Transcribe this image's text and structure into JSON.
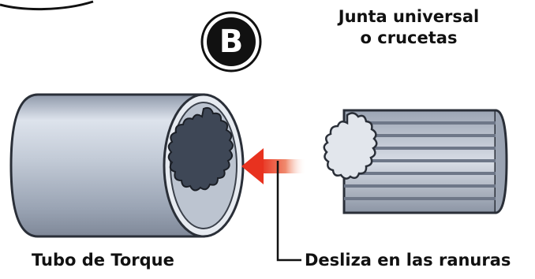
{
  "badge": {
    "letter": "B"
  },
  "labels": {
    "universal_line1": "Junta universal",
    "universal_line2": "o crucetas",
    "torque_tube": "Tubo de Torque",
    "slides_in_grooves": "Desliza en las ranuras"
  },
  "colors": {
    "background": "#ffffff",
    "badge_fill": "#111111",
    "arrow": "#e8321f",
    "tube_body": "#c4ccd8",
    "tube_inner": "#3e4756",
    "shaft_stripes": "#8a93a3"
  },
  "icons": {
    "direction": "arrow-left-icon"
  }
}
